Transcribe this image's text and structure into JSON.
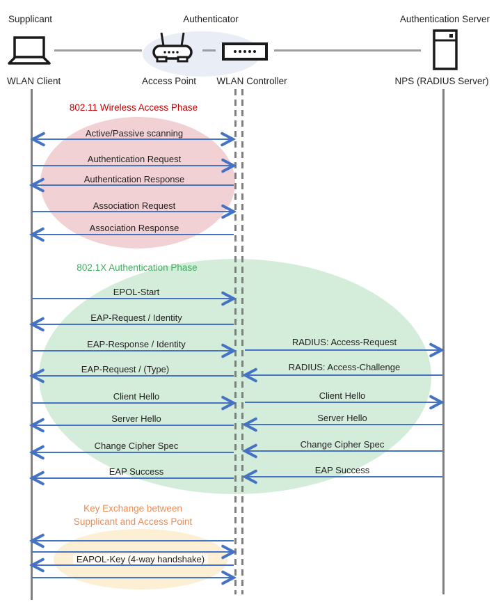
{
  "header": {
    "roles": {
      "supplicant": "Supplicant",
      "authenticator": "Authenticator",
      "authentication_server": "Authentication Server"
    },
    "devices": {
      "wlan_client": "WLAN Client",
      "access_point": "Access Point",
      "wlan_controller": "WLAN Controller",
      "radius_server": "NPS (RADIUS Server)"
    },
    "icons": [
      "laptop-icon",
      "access-point-icon",
      "wlan-controller-icon",
      "server-icon"
    ]
  },
  "phases": [
    {
      "title": "802.11 Wireless Access Phase",
      "title_color": "#C00000",
      "fill_color": "#F2D1D4",
      "participants": [
        "WLAN Client",
        "WLAN Controller"
      ],
      "messages": [
        {
          "label": "Active/Passive scanning",
          "direction": "bidirectional"
        },
        {
          "label": "Authentication Request",
          "direction": "right"
        },
        {
          "label": "Authentication Response",
          "direction": "left"
        },
        {
          "label": "Association Request",
          "direction": "right"
        },
        {
          "label": "Association Response",
          "direction": "left"
        }
      ]
    },
    {
      "title": "802.1X Authentication Phase",
      "title_color": "#3FAE5F",
      "fill_color": "#D4ECDA",
      "participants": [
        "WLAN Client",
        "WLAN Controller",
        "NPS (RADIUS Server)"
      ],
      "messages": [
        {
          "label": "EPOL-Start",
          "direction": "right"
        },
        {
          "label": "EAP-Request / Identity",
          "direction": "left"
        },
        {
          "label": "EAP-Response / Identity",
          "direction": "right"
        },
        {
          "label": "EAP-Request / (Type)",
          "direction": "left"
        },
        {
          "label": "Client Hello",
          "direction": "right"
        },
        {
          "label": "Server Hello",
          "direction": "left"
        },
        {
          "label": "Change Cipher Spec",
          "direction": "left"
        },
        {
          "label": "EAP Success",
          "direction": "left"
        }
      ],
      "radius_messages": [
        {
          "label": "RADIUS: Access-Request",
          "direction": "right"
        },
        {
          "label": "RADIUS: Access-Challenge",
          "direction": "left"
        },
        {
          "label": "Client Hello",
          "direction": "right"
        },
        {
          "label": "Server Hello",
          "direction": "left"
        },
        {
          "label": "Change Cipher Spec",
          "direction": "left"
        },
        {
          "label": "EAP Success",
          "direction": "left"
        }
      ]
    },
    {
      "title_lines": [
        "Key Exchange between",
        "Supplicant and Access Point"
      ],
      "title_color": "#ED8C55",
      "fill_color": "#FCEFD3",
      "participants": [
        "WLAN Client",
        "WLAN Controller"
      ],
      "messages": [
        {
          "label": "EAPOL-Key (4-way handshake)",
          "direction": "4-way-handshake"
        }
      ]
    }
  ],
  "colors": {
    "arrow": "#4472C4",
    "lifeline": "#7F7F7F",
    "connector": "#9E9E9E",
    "authenticator_ellipse": "#E9EDF5",
    "icon_stroke": "#1A1A1A"
  }
}
